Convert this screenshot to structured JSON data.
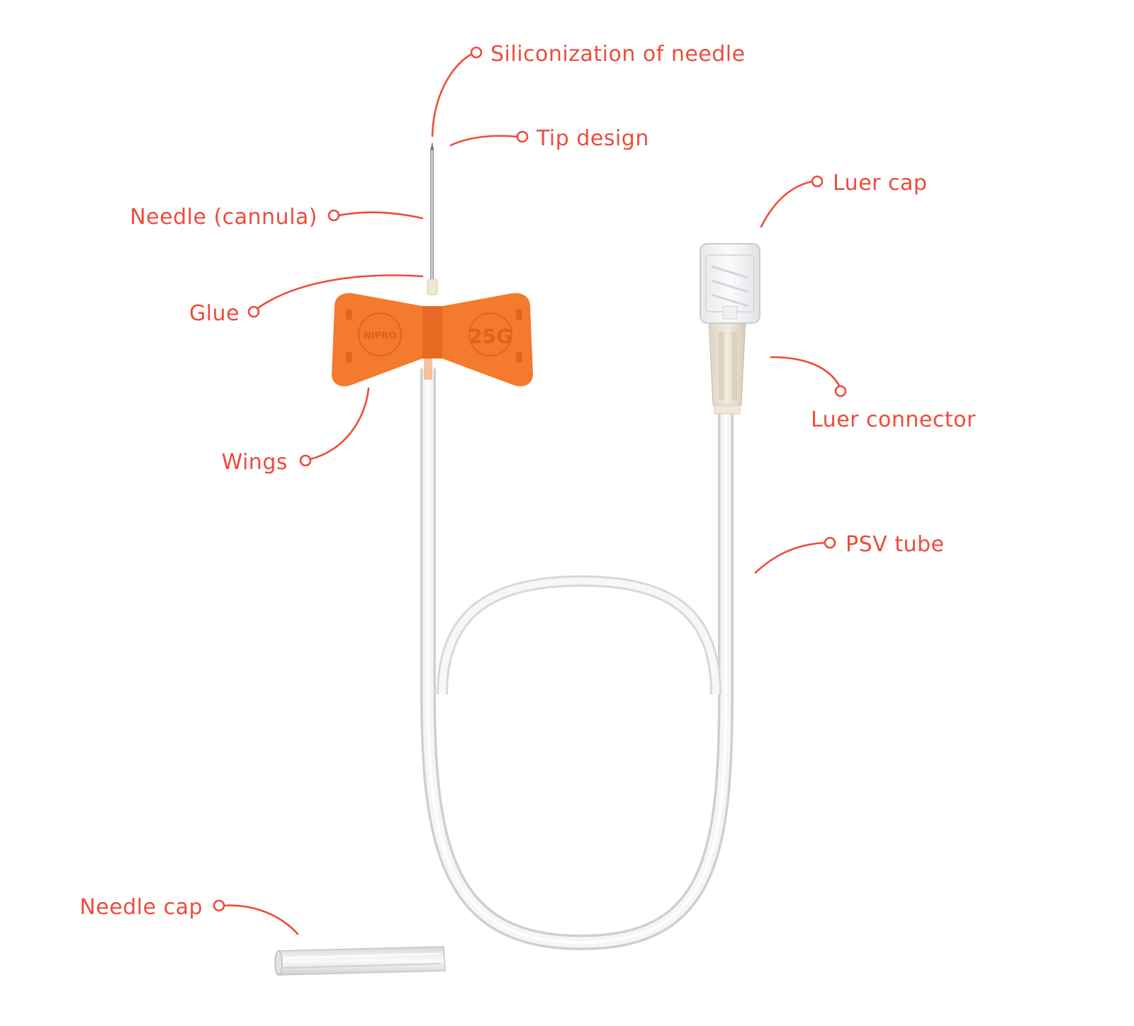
{
  "colors": {
    "accent": "#ee4b3c",
    "wing": "#f47a2e",
    "wing_dark": "#e0621c",
    "tube": "#e7e7e7",
    "tube_edge": "#cfcfcf",
    "connector": "#e8e0d0"
  },
  "labels": {
    "siliconization": "Siliconization of needle",
    "tip_design": "Tip design",
    "needle_cannula": "Needle (cannula)",
    "luer_cap": "Luer cap",
    "glue": "Glue",
    "wings": "Wings",
    "luer_connector": "Luer connector",
    "psv_tube": "PSV tube",
    "needle_cap": "Needle cap"
  },
  "wing_text": {
    "brand": "NIPRO",
    "gauge": "25G"
  }
}
